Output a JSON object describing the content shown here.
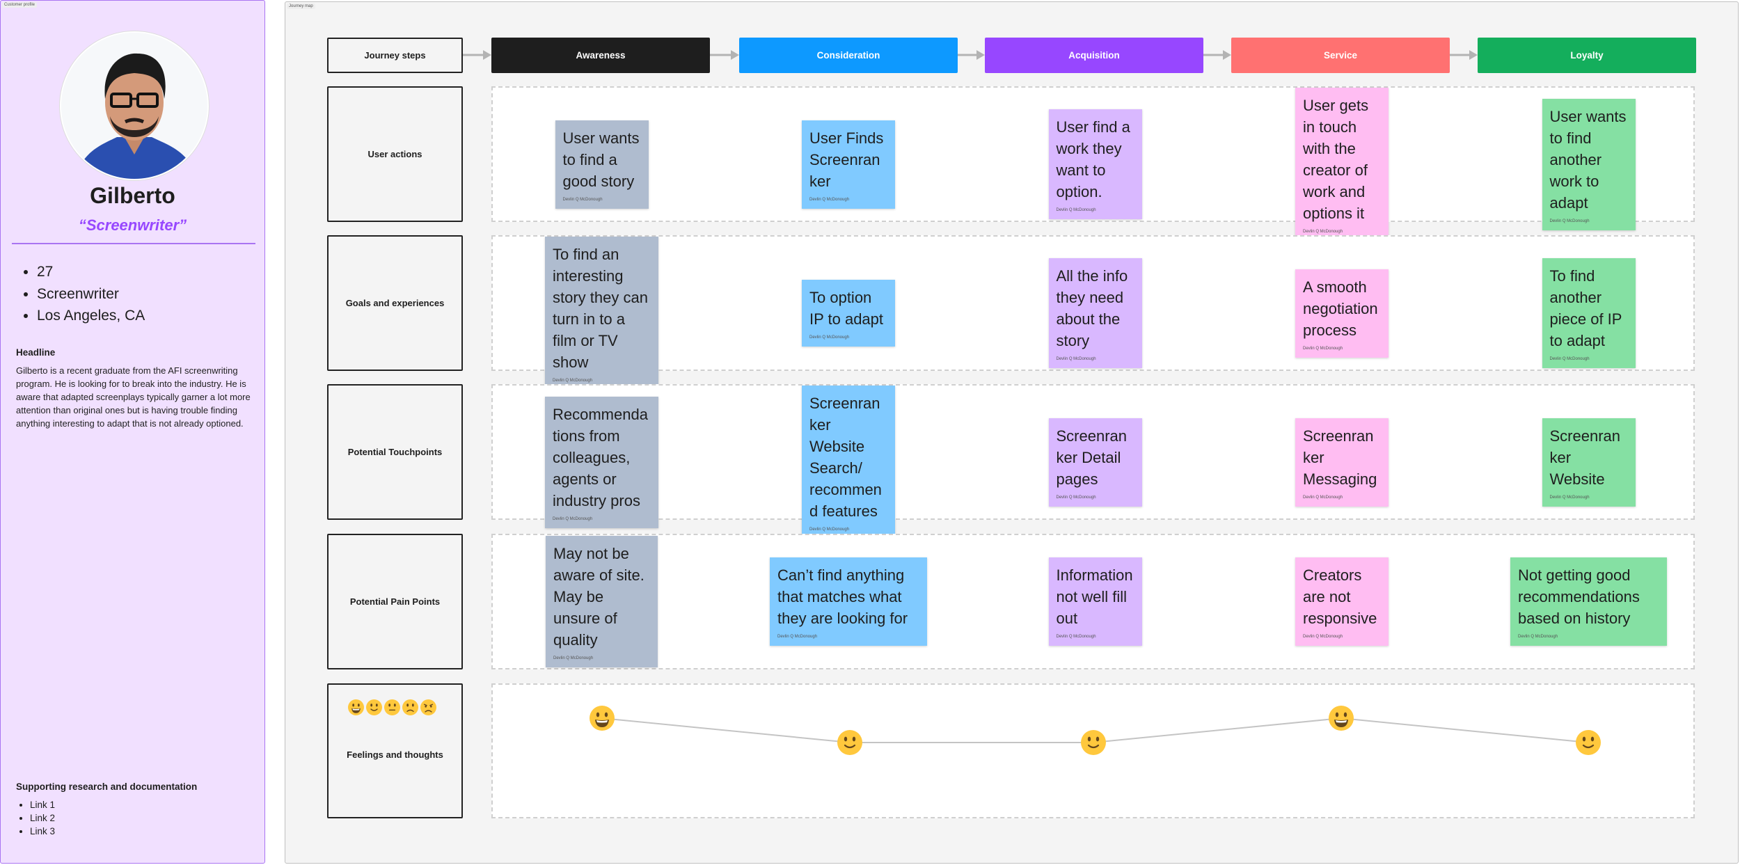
{
  "profile": {
    "frame_label": "Customer profile",
    "name": "Gilberto",
    "role": "“Screenwriter”",
    "facts": [
      "27",
      "Screenwriter",
      "Los Angeles, CA"
    ],
    "headline_title": "Headline",
    "headline_text": "Gilberto is a recent graduate from the AFI screenwriting program. He is looking for to break into the industry. He is aware that adapted screenplays typically garner a lot more attention than original ones but is having trouble finding anything interesting to adapt that is not already optioned.",
    "support_title": "Supporting research and documentation",
    "links": [
      "Link 1",
      "Link 2",
      "Link 3"
    ],
    "colors": {
      "background": "#f1e0ff",
      "accent": "#9747ff"
    }
  },
  "journey": {
    "frame_label": "Journey map",
    "steps_label": "Journey steps",
    "phases": [
      {
        "label": "Awareness",
        "color": "#1e1e1e",
        "note_color": "#afbccf"
      },
      {
        "label": "Consideration",
        "color": "#0d99ff",
        "note_color": "#80caff"
      },
      {
        "label": "Acquisition",
        "color": "#9747ff",
        "note_color": "#d9b8ff"
      },
      {
        "label": "Service",
        "color": "#ff7171",
        "note_color": "#ffbdf2"
      },
      {
        "label": "Loyalty",
        "color": "#14ae5c",
        "note_color": "#85e0a3"
      }
    ],
    "rows": [
      {
        "label": "User actions",
        "notes": [
          {
            "text": "User wants to find a good story",
            "author": "Devlin Q McDonough"
          },
          {
            "text": "User Finds Screenranker",
            "author": "Devlin Q McDonough"
          },
          {
            "text": "User find a work they want to option.",
            "author": "Devlin Q McDonough"
          },
          {
            "text": "User gets in touch with the creator of work and options it",
            "author": "Devlin Q McDonough"
          },
          {
            "text": "User wants to find another work to adapt",
            "author": "Devlin Q McDonough"
          }
        ]
      },
      {
        "label": "Goals and experiences",
        "notes": [
          {
            "text": "To find an interesting story they can turn in to a film or TV show",
            "author": "Devlin Q McDonough"
          },
          {
            "text": "To option IP to adapt",
            "author": "Devlin Q McDonough"
          },
          {
            "text": "All the info they need about the story",
            "author": "Devlin Q McDonough"
          },
          {
            "text": "A smooth negotiation process",
            "author": "Devlin Q McDonough"
          },
          {
            "text": "To find another piece of IP to adapt",
            "author": "Devlin Q McDonough"
          }
        ]
      },
      {
        "label": "Potential Touchpoints",
        "notes": [
          {
            "text": "Recommendations from colleagues, agents or industry pros",
            "author": "Devlin Q McDonough"
          },
          {
            "text": "Screenranker Website Search/ recommend features",
            "author": "Devlin Q McDonough"
          },
          {
            "text": "Screenranker Detail pages",
            "author": "Devlin Q McDonough"
          },
          {
            "text": "Screenranker Messaging",
            "author": "Devlin Q McDonough"
          },
          {
            "text": "Screenranker Website",
            "author": "Devlin Q McDonough"
          }
        ]
      },
      {
        "label": "Potential Pain Points",
        "notes": [
          {
            "text": "May not be aware of site. May be unsure of quality",
            "author": "Devlin Q McDonough"
          },
          {
            "text": "Can’t find anything that matches what they are looking for",
            "author": "Devlin Q McDonough"
          },
          {
            "text": "Information not well fill out",
            "author": "Devlin Q McDonough"
          },
          {
            "text": "Creators are not responsive",
            "author": "Devlin Q McDonough"
          },
          {
            "text": "Not getting good recommendations based on history",
            "author": "Devlin Q McDonough"
          }
        ]
      }
    ],
    "feelings": {
      "label": "Feelings and thoughts",
      "scale": [
        "grinning",
        "smiling",
        "neutral",
        "frowning",
        "angry"
      ],
      "per_phase": [
        "grinning",
        "smiling",
        "smiling",
        "grinning",
        "smiling"
      ],
      "line_color": "#c4c4c4",
      "emoji_color": "#ffc83d"
    }
  }
}
